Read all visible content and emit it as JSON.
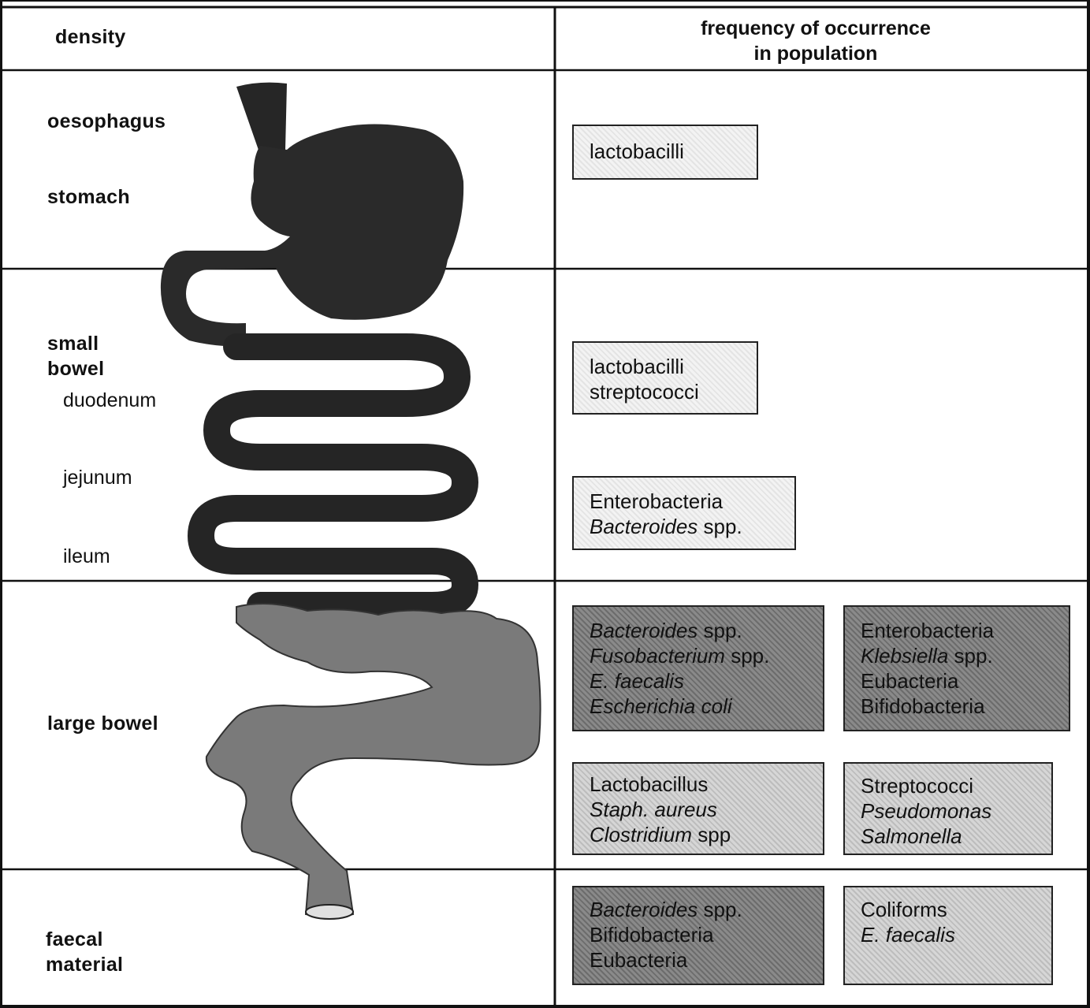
{
  "header": {
    "left": "density",
    "right_line1": "frequency of occurrence",
    "right_line2": "in population"
  },
  "regions": {
    "oesophagus": "oesophagus",
    "stomach": "stomach",
    "small_bowel_1": "small",
    "small_bowel_2": "bowel",
    "duodenum": "duodenum",
    "jejunum": "jejunum",
    "ileum": "ileum",
    "large_bowel": "large bowel",
    "faecal_1": "faecal",
    "faecal_2": "material"
  },
  "boxes": {
    "stomach": [
      {
        "t": "lactobacilli",
        "i": ""
      }
    ],
    "small_upper": [
      {
        "t": "lactobacilli",
        "i": ""
      },
      {
        "t": "streptococci",
        "i": ""
      }
    ],
    "small_lower": [
      {
        "t": "Enterobacteria",
        "i": ""
      },
      {
        "i": "Bacteroides",
        "t": " spp."
      }
    ],
    "large_a": [
      {
        "i": "Bacteroides",
        "t": " spp."
      },
      {
        "i": "Fusobacterium",
        "t": " spp."
      },
      {
        "i": "E. faecalis",
        "t": ""
      },
      {
        "i": "Escherichia coli",
        "t": ""
      }
    ],
    "large_b": [
      {
        "t": "Enterobacteria",
        "i": ""
      },
      {
        "i": "Klebsiella",
        "t": " spp."
      },
      {
        "t": "Eubacteria",
        "i": ""
      },
      {
        "t": "Bifidobacteria",
        "i": ""
      }
    ],
    "large_c": [
      {
        "t": "Lactobacillus",
        "i": ""
      },
      {
        "i": "Staph. aureus",
        "t": ""
      },
      {
        "i": "Clostridium",
        "t": " spp"
      }
    ],
    "large_d": [
      {
        "t": "Streptococci",
        "i": ""
      },
      {
        "i": "Pseudomonas",
        "t": ""
      },
      {
        "i": "Salmonella",
        "t": ""
      }
    ],
    "faecal_a": [
      {
        "i": "Bacteroides",
        "t": " spp."
      },
      {
        "t": "Bifidobacteria",
        "i": ""
      },
      {
        "t": "Eubacteria",
        "i": ""
      }
    ],
    "faecal_b": [
      {
        "t": "Coliforms",
        "i": ""
      },
      {
        "i": "E. faecalis",
        "t": ""
      }
    ]
  },
  "colors": {
    "line": "#111111",
    "tract_dark": "#262626",
    "tract_grey": "#7a7a7a"
  }
}
